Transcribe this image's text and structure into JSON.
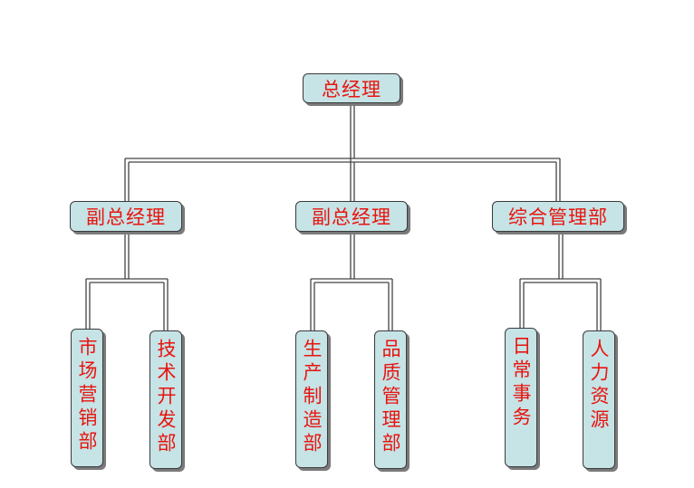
{
  "colors": {
    "node_fill": "#c6e3e6",
    "node_border": "#3a3a3a",
    "node_text": "#e8140e",
    "connector": "#444444"
  },
  "org": {
    "root": "总经理",
    "departments": [
      {
        "label": "副总经理",
        "children": [
          "市场营销部",
          "技术开发部"
        ]
      },
      {
        "label": "副总经理",
        "children": [
          "生产制造部",
          "品质管理部"
        ]
      },
      {
        "label": "综合管理部",
        "children": [
          "日常事务",
          "人力资源"
        ]
      }
    ]
  }
}
